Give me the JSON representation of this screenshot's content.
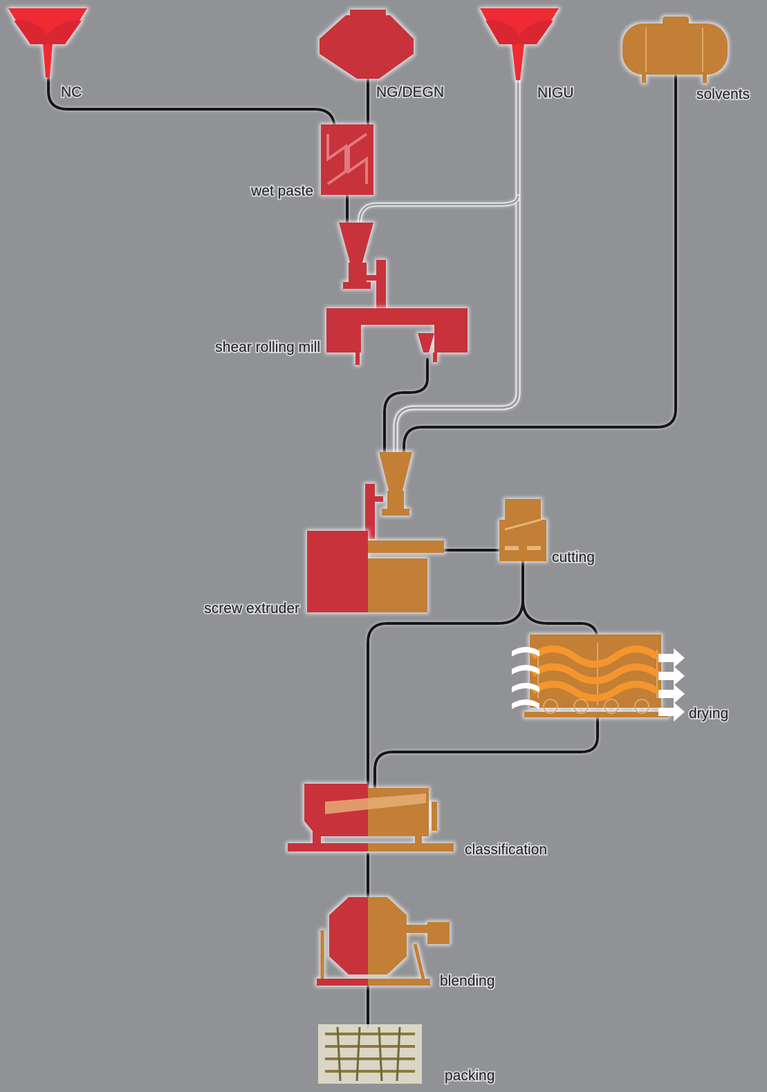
{
  "diagram": {
    "colors": {
      "background": "#919296",
      "red_machine": "#c8313a",
      "orange_machine": "#c27f35",
      "bright_red_funnel": "#ef2b33",
      "pipe": "#141414",
      "nigu_pipe": "#e9e9e9",
      "label_text": "#222226"
    },
    "inputs": {
      "nc": "NC",
      "ng_degn": "NG/DEGN",
      "nigu": "NIGU",
      "solvents": "solvents"
    },
    "steps": {
      "wet_paste": "wet paste",
      "shear_rolling_mill": "shear rolling mill",
      "screw_extruder": "screw extruder",
      "cutting": "cutting",
      "drying": "drying",
      "classification": "classification",
      "blending": "blending",
      "packing": "packing"
    }
  }
}
